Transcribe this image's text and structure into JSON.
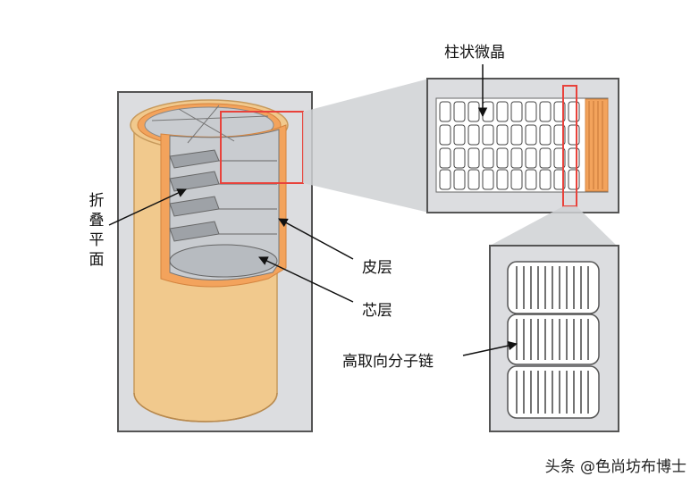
{
  "labels": {
    "columnar_crystals": "柱状微晶",
    "folded_surface": "折叠平面",
    "skin_layer": "皮层",
    "core_layer": "芯层",
    "oriented_chains": "高取向分子链"
  },
  "watermark": "头条 @色尚坊布博士",
  "colors": {
    "fiber": "#f1c98d",
    "fiber_edge": "#d9a866",
    "skin": "#f3a35c",
    "core": "#c9ccd0",
    "frame": "#dcdde0",
    "highlight": "#e8423b"
  }
}
